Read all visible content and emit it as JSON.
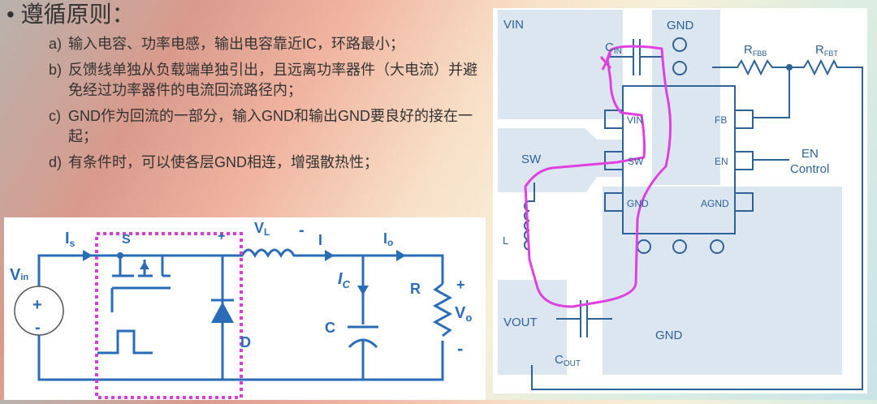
{
  "slide": {
    "title": "• 遵循原则：",
    "items": [
      {
        "key": "a)",
        "text": "输入电容、功率电感，输出电容靠近IC，环路最小；"
      },
      {
        "key": "b)",
        "text": "反馈线单独从负载端单独引出，且远离功率器件（大电流）并避免经过功率器件的电流回流路径内；"
      },
      {
        "key": "c)",
        "text": "GND作为回流的一部分，输入GND和输出GND要良好的接在一起；"
      },
      {
        "key": "d)",
        "text": "有条件时，可以使各层GND相连，增强散热性；"
      }
    ]
  },
  "buck_circuit": {
    "labels": {
      "vin": "V",
      "vin_sub": "in",
      "is": "I",
      "is_sub": "s",
      "s": "S",
      "plus_l": "+",
      "vl": "V",
      "vl_sub": "L",
      "minus_l": "-",
      "i": "I",
      "io": "I",
      "io_sub": "o",
      "ic": "I",
      "ic_sub": "C",
      "c": "C",
      "r": "R",
      "vo": "V",
      "vo_sub": "o",
      "plus_o": "+",
      "minus_o": "-",
      "d": "D",
      "src_plus": "+",
      "src_minus": "-"
    },
    "colors": {
      "wire": "#2b6cb8",
      "highlight": "#d63fd6"
    }
  },
  "layout_diagram": {
    "labels": {
      "vin": "VIN",
      "gnd_top": "GND",
      "cin": "C",
      "cin_sub": "IN",
      "rfbb": "R",
      "rfbb_sub": "FBB",
      "rfbt": "R",
      "rfbt_sub": "FBT",
      "pin_vin": "VIN",
      "pin_sw": "SW",
      "pin_gnd": "GND",
      "pin_fb": "FB",
      "pin_en": "EN",
      "pin_agnd": "AGND",
      "sw": "SW",
      "en_control_1": "EN",
      "en_control_2": "Control",
      "l": "L",
      "vout": "VOUT",
      "cout": "C",
      "cout_sub": "OUT",
      "gnd_bottom": "GND"
    },
    "colors": {
      "copper": "#dbe6f1",
      "line": "#2f6296",
      "loop": "#e040e0"
    }
  }
}
